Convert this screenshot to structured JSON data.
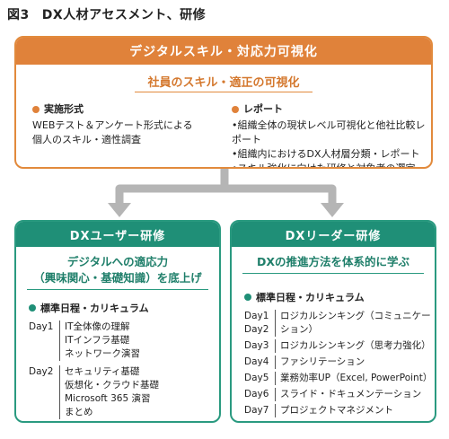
{
  "figure": {
    "number": "図3",
    "title": "DX人材アセスメント、研修"
  },
  "top": {
    "header": "デジタルスキル・対応力可視化",
    "subtitle": "社員のスキル・適正の可視化",
    "left": {
      "heading": "実施形式",
      "lines": [
        "WEBテスト＆アンケート形式による",
        "個人のスキル・適性調査"
      ]
    },
    "right": {
      "heading": "レポート",
      "lines": [
        "•組織全体の現状レベル可視化と他社比較レポート",
        "•組織内におけるDX人材層分類・レポート",
        "•スキル強化に向けた研修と対象者の選定"
      ]
    }
  },
  "left_card": {
    "header": "DXユーザー研修",
    "subtitle_lines": [
      "デジタルへの適応力",
      "（興味関心・基礎知識）を底上げ"
    ],
    "schedule_title": "標準日程・カリキュラム",
    "rows": [
      {
        "day": "Day1",
        "items": [
          "IT全体像の理解",
          "ITインフラ基礎",
          "ネットワーク演習"
        ]
      },
      {
        "day": "Day2",
        "items": [
          "セキュリティ基礎",
          "仮想化・クラウド基礎",
          "Microsoft 365 演習",
          "まとめ"
        ]
      }
    ]
  },
  "right_card": {
    "header": "DXリーダー研修",
    "subtitle_lines": [
      "DXの推進方法を体系的に学ぶ"
    ],
    "schedule_title": "標準日程・カリキュラム",
    "rows": [
      {
        "day": "Day1\nDay2",
        "items": [
          "ロジカルシンキング（コミュニケーション）"
        ]
      },
      {
        "day": "Day3",
        "items": [
          "ロジカルシンキング（思考力強化）"
        ]
      },
      {
        "day": "Day4",
        "items": [
          "ファシリテーション"
        ]
      },
      {
        "day": "Day5",
        "items": [
          "業務効率UP（Excel, PowerPoint）"
        ]
      },
      {
        "day": "Day6",
        "items": [
          "スライド・ドキュメンテーション"
        ]
      },
      {
        "day": "Day7",
        "items": [
          "プロジェクトマネジメント"
        ]
      }
    ]
  },
  "colors": {
    "orange": "#e0823a",
    "green": "#1f8f77",
    "arrow": "#b5b5b5"
  }
}
